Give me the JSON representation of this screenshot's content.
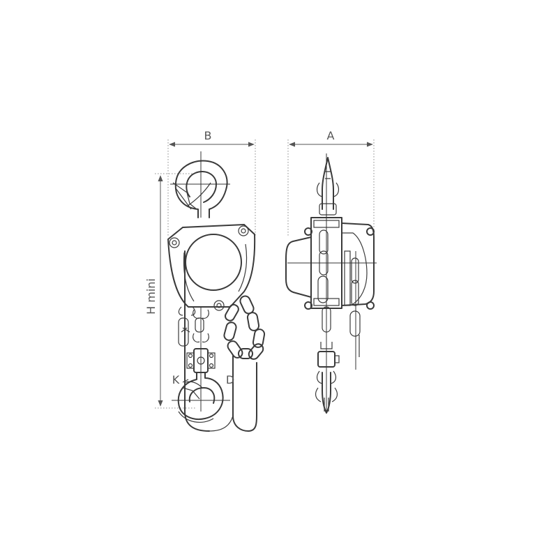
{
  "labels": {
    "b": "B",
    "a": "A",
    "h": "H mini",
    "k": "K",
    "d": "D"
  },
  "colors": {
    "ink": "#3a3a3a",
    "dimension": "#555555",
    "background": "#ffffff"
  }
}
